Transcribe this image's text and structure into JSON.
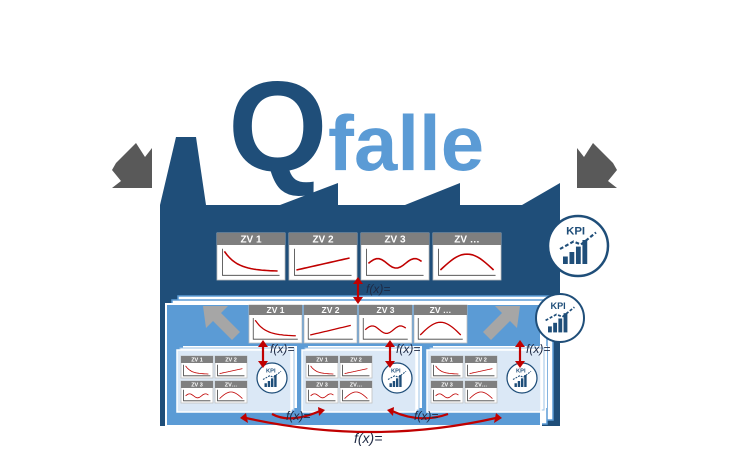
{
  "title": {
    "q": "Q",
    "rest": "falle"
  },
  "colors": {
    "dark_blue": "#1f4e79",
    "light_blue": "#5b9bd5",
    "panel_blue": "#dbe8f6",
    "arrow_grey": "#595959",
    "curve_red": "#c00000",
    "header_grey": "#7f7f7f"
  },
  "top_charts": [
    {
      "label": "ZV 1",
      "curve": "decay"
    },
    {
      "label": "ZV 2",
      "curve": "rise"
    },
    {
      "label": "ZV 3",
      "curve": "wave"
    },
    {
      "label": "ZV …",
      "curve": "arc"
    }
  ],
  "mid_charts": [
    {
      "label": "ZV 1",
      "curve": "decay"
    },
    {
      "label": "ZV 2",
      "curve": "rise"
    },
    {
      "label": "ZV 3",
      "curve": "wave"
    },
    {
      "label": "ZV …",
      "curve": "arc"
    }
  ],
  "small_charts": [
    {
      "label": "ZV 1",
      "curve": "decay"
    },
    {
      "label": "ZV 2",
      "curve": "rise"
    },
    {
      "label": "ZV 3",
      "curve": "wave"
    },
    {
      "label": "ZV…",
      "curve": "arc"
    }
  ],
  "kpi_label": "KPI",
  "formula": "f(x)="
}
